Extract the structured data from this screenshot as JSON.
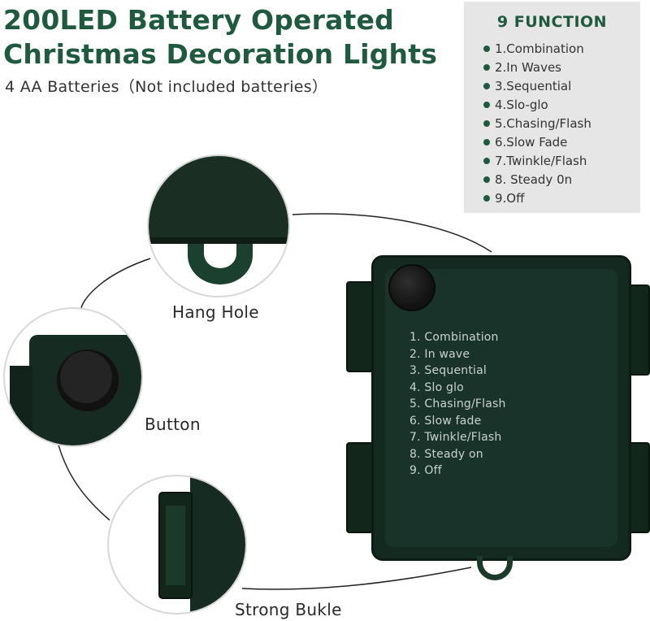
{
  "header": {
    "title_line1": "200LED Battery Operated",
    "title_line2": "Christmas Decoration Lights",
    "subtitle": "4 AA Batteries（Not included batteries）"
  },
  "functions_panel": {
    "title": "9 FUNCTION",
    "items": [
      "1.Combination",
      "2.In Waves",
      "3.Sequential",
      "4.Slo-glo",
      "5.Chasing/Flash",
      "6.Slow Fade",
      "7.Twinkle/Flash",
      "8. Steady 0n",
      "9.Off"
    ]
  },
  "callouts": {
    "hang_hole": "Hang Hole",
    "button": "Button",
    "strong_buckle": "Strong Bukle"
  },
  "battery_box": {
    "printed_modes": [
      "1. Combination",
      "2. In wave",
      "3. Sequential",
      "4. Slo glo",
      "5. Chasing/Flash",
      "6. Slow fade",
      "7. Twinkle/Flash",
      "8. Steady on",
      "9. Off"
    ]
  },
  "colors": {
    "brand_green": "#1f5a40",
    "panel_bg": "#e6e6e6",
    "box_green": "#142a20"
  }
}
